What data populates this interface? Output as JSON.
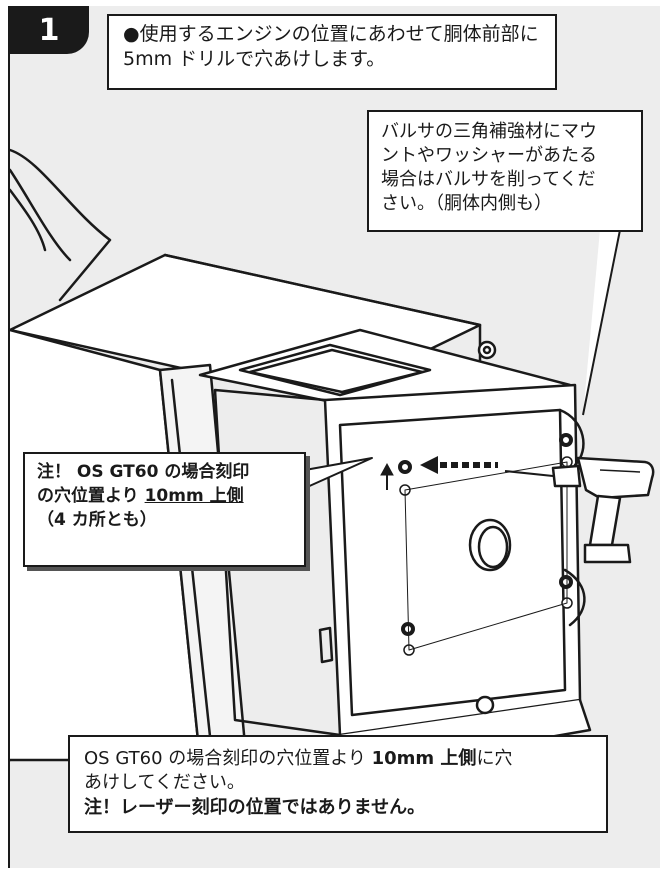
{
  "step": {
    "number": "1"
  },
  "instruction": {
    "bullet": "●",
    "line1": "使用するエンジンの位置にあわせて胴体前部に",
    "line2": "5mm ドリルで穴あけします。"
  },
  "balsa_note": {
    "line1": "バルサの三角補強材にマウ",
    "line2": "ントやワッシャーがあたる",
    "line3": "場合はバルサを削ってくだ",
    "line4": "さい。（胴体内側も）"
  },
  "warning": {
    "line1": "注！ OS GT60 の場合刻印",
    "line2_prefix": "の穴位置より ",
    "line2_underlined": "10mm 上側",
    "line3": "（4 カ所とも）"
  },
  "bottom_note": {
    "line1_prefix": "OS GT60 の場合刻印の穴位置より ",
    "line1_bold": "10mm 上側",
    "line1_suffix": "に穴",
    "line2": "あけしてください。",
    "line3": "注！レーザー刻印の位置ではありません。"
  },
  "colors": {
    "ink": "#1a1a1a",
    "panel_bg": "#ededed",
    "paper": "#ffffff"
  },
  "icons": [
    "drill-icon",
    "arrow-up-icon",
    "arrow-left-dashed-icon"
  ]
}
